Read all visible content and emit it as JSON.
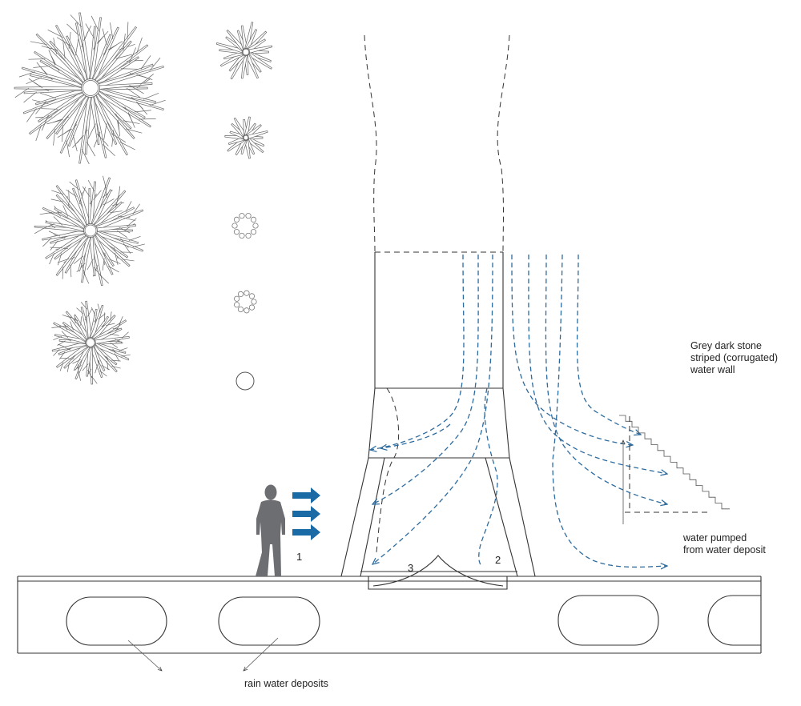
{
  "labels": {
    "water_wall": [
      "Grey dark stone",
      "striped  (corrugated)",
      "water wall"
    ],
    "pump": [
      "water pumped",
      "from water deposit"
    ],
    "deposits": "rain water deposits",
    "marker_1": "1",
    "marker_2": "2",
    "marker_3": "3"
  },
  "colors": {
    "ink": "#333333",
    "water_flow": "#2d6b9e",
    "wind_arrow": "#1a6aa6",
    "person_silhouette": "#6d6e71"
  },
  "icons": {
    "person": "human-silhouette",
    "wind": "arrow-right-icon",
    "plan_views": "snowflake-crystal-plan"
  }
}
